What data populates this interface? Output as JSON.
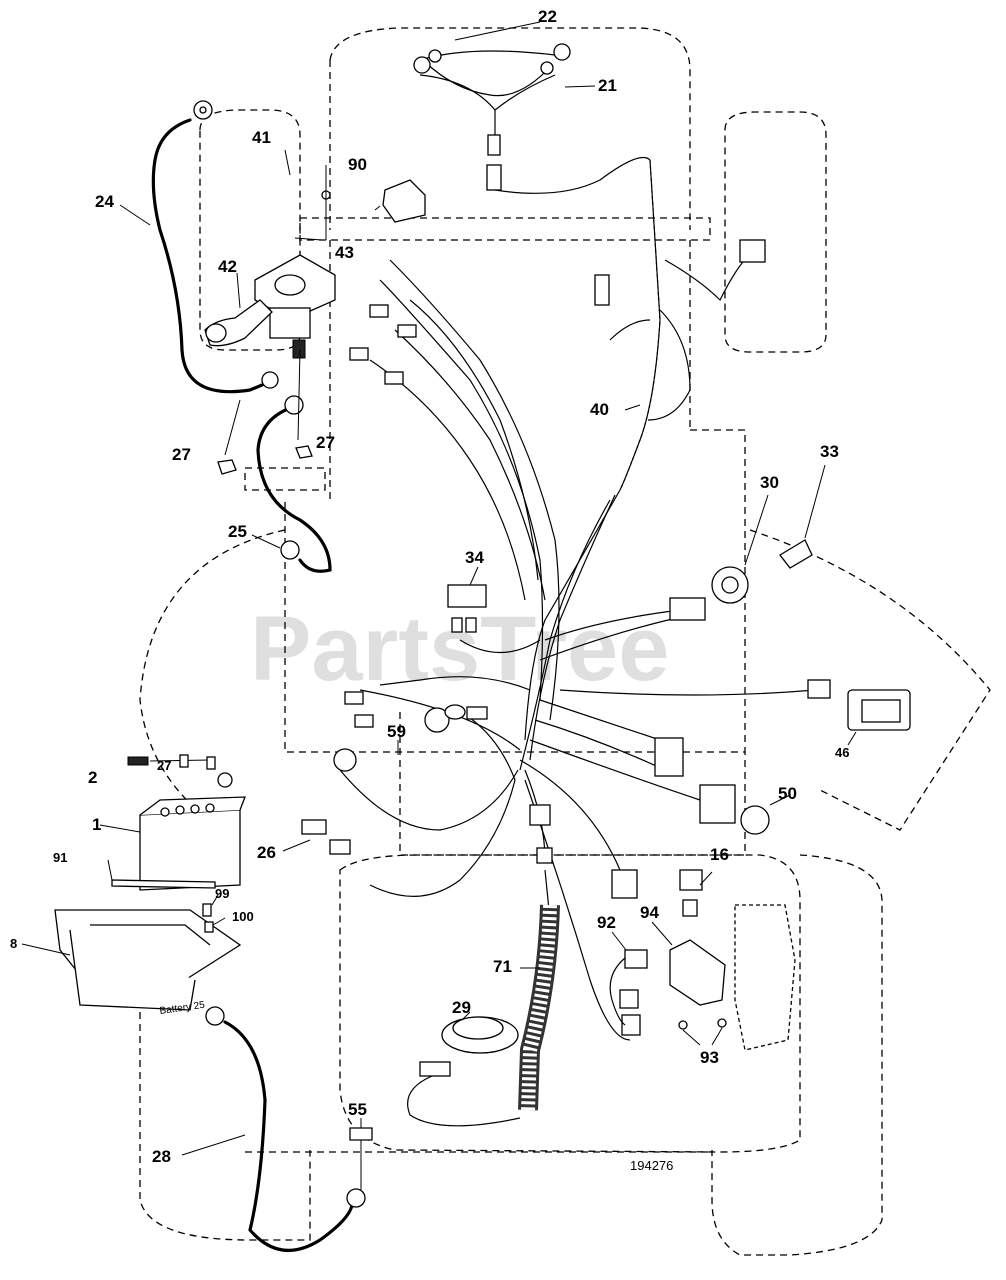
{
  "watermark": "PartsTree",
  "figure_number": "194276",
  "battery_label": "Battery 25",
  "callouts": {
    "c1": "1",
    "c2": "2",
    "c8": "8",
    "c16": "16",
    "c21": "21",
    "c22": "22",
    "c24": "24",
    "c25": "25",
    "c26": "26",
    "c27a": "27",
    "c27b": "27",
    "c27c": "27",
    "c28": "28",
    "c29": "29",
    "c30": "30",
    "c33": "33",
    "c34": "34",
    "c40": "40",
    "c41": "41",
    "c42": "42",
    "c43": "43",
    "c46": "46",
    "c50": "50",
    "c55": "55",
    "c59": "59",
    "c71": "71",
    "c90": "90",
    "c91": "91",
    "c92": "92",
    "c93": "93",
    "c94": "94",
    "c99": "99",
    "c100": "100"
  }
}
